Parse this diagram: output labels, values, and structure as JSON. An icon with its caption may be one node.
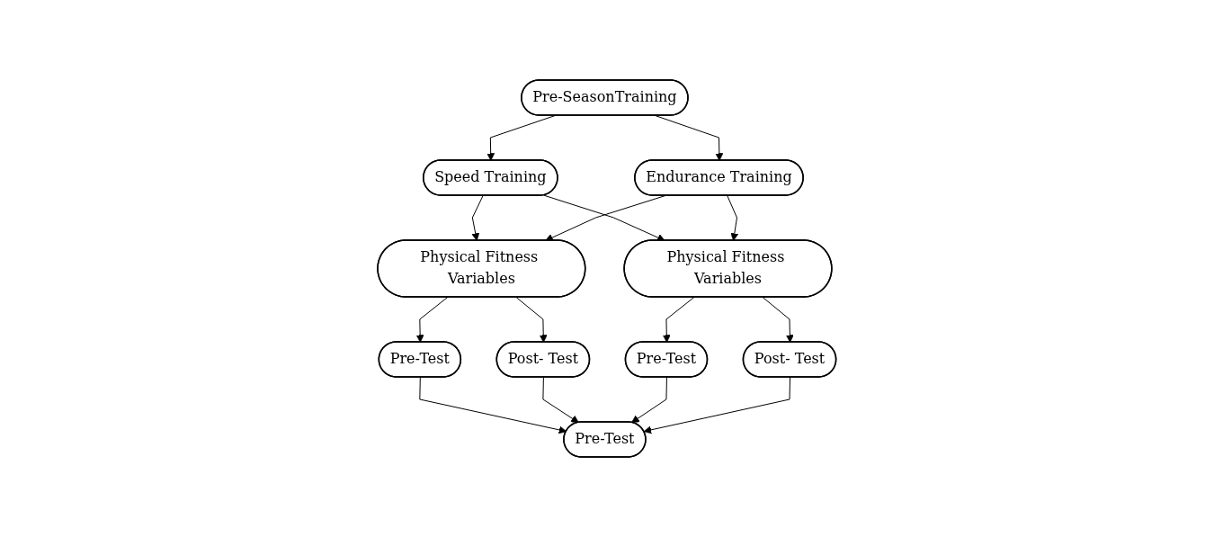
{
  "diagram": {
    "nodes": [
      {
        "text": [
          "Pre-SeasonTraining"
        ]
      },
      {
        "text": [
          "Speed Training"
        ]
      },
      {
        "text": [
          "Endurance Training"
        ]
      },
      {
        "text": [
          "Physical Fitness Variables"
        ]
      },
      {
        "text": [
          "Physical Fitness Variables"
        ]
      },
      {
        "text": [
          "Pre-Test"
        ]
      },
      {
        "text": [
          "Post- Test"
        ]
      },
      {
        "text": [
          "Pre-Test"
        ]
      },
      {
        "text": [
          "Post- Test"
        ]
      },
      {
        "text": [
          "Pre-Test"
        ]
      }
    ],
    "edges": [
      {
        "from": 0,
        "to": 1,
        "arrow": "to"
      },
      {
        "from": 0,
        "to": 2,
        "arrow": "to"
      },
      {
        "from": 1,
        "to": 3,
        "arrow": "to"
      },
      {
        "from": 1,
        "to": 4,
        "arrow": "to"
      },
      {
        "from": 2,
        "to": 3,
        "arrow": "to"
      },
      {
        "from": 2,
        "to": 4,
        "arrow": "to"
      },
      {
        "from": 3,
        "to": 5,
        "arrow": "to"
      },
      {
        "from": 3,
        "to": 6,
        "arrow": "to"
      },
      {
        "from": 4,
        "to": 7,
        "arrow": "to"
      },
      {
        "from": 4,
        "to": 8,
        "arrow": "to"
      },
      {
        "from": 5,
        "to": 9,
        "arrow": "to"
      },
      {
        "from": 6,
        "to": 9,
        "arrow": "to"
      },
      {
        "from": 7,
        "to": 9,
        "arrow": "to"
      },
      {
        "from": 8,
        "to": 9,
        "arrow": "to"
      }
    ]
  }
}
